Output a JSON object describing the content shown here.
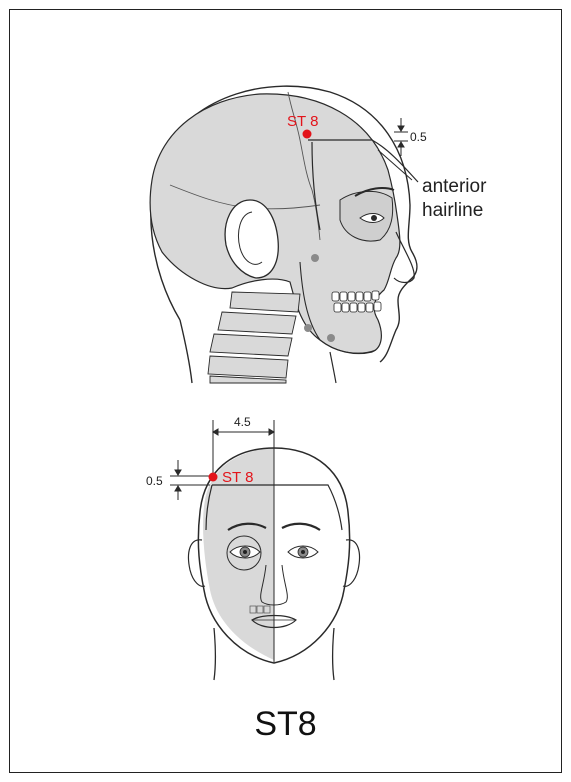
{
  "point_code": "ST 8",
  "figure_title": "ST8",
  "side_view": {
    "point_label": "ST 8",
    "offset_label": "0.5",
    "callout_label_line1": "anterior",
    "callout_label_line2": "hairline"
  },
  "front_view": {
    "point_label": "ST 8",
    "width_label": "4.5",
    "offset_label": "0.5"
  },
  "colors": {
    "point": "#e3141b",
    "bone": "#d9d9d9",
    "line": "#2a2a2a",
    "landmark_dot": "#8a8a8a"
  }
}
